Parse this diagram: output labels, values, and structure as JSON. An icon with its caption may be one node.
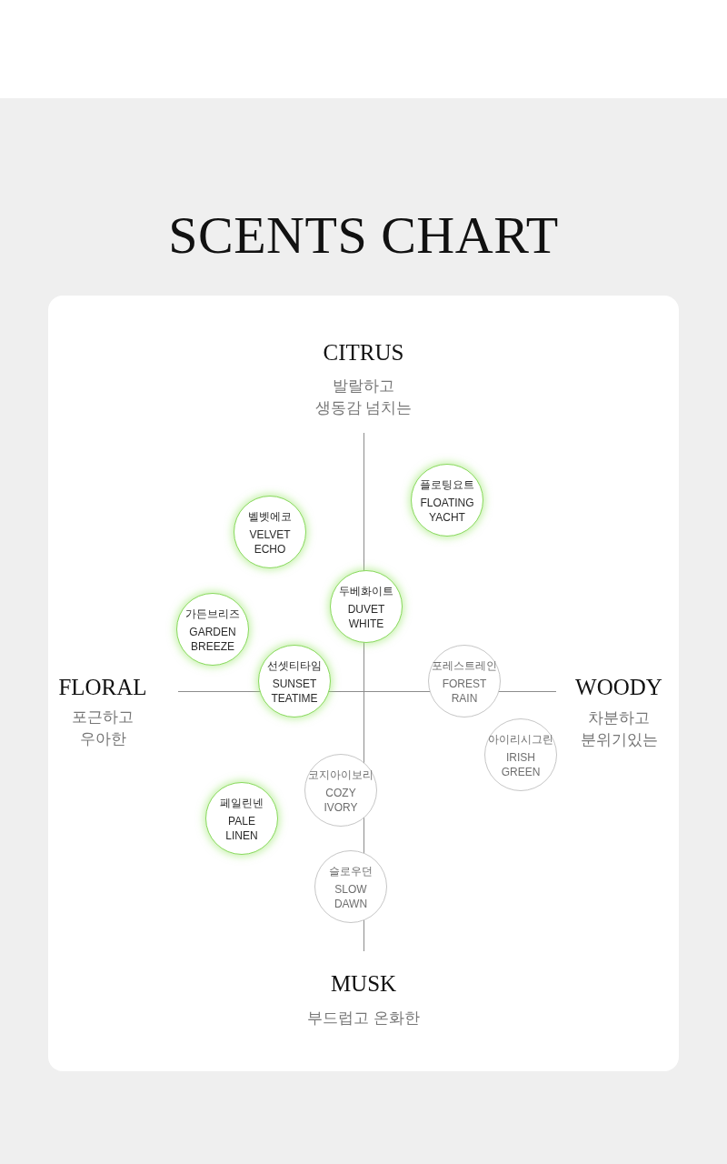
{
  "diagram": {
    "title": "SCENTS CHART",
    "nodes": [
      {
        "text": [
          "플로팅요트",
          "FLOATING YACHT"
        ]
      },
      {
        "text": [
          "벨벳에코",
          "VELVET ECHO"
        ]
      },
      {
        "text": [
          "두베화이트",
          "DUVET WHITE"
        ]
      },
      {
        "text": [
          "가든브리즈",
          "GARDEN BREEZE"
        ]
      },
      {
        "text": [
          "선셋티타임",
          "SUNSET TEATIME"
        ]
      },
      {
        "text": [
          "포레스트레인",
          "FOREST RAIN"
        ]
      },
      {
        "text": [
          "아이리시그린",
          "IRISH GREEN"
        ]
      },
      {
        "text": [
          "코지아이보리",
          "COZY IVORY"
        ]
      },
      {
        "text": [
          "페일린넨",
          "PALE LINEN"
        ]
      },
      {
        "text": [
          "슬로우던",
          "SLOW DAWN"
        ]
      }
    ],
    "labels": [
      "CITRUS",
      "발랄하고 생동감 넘치는",
      "FLORAL",
      "포근하고 우아한",
      "WOODY",
      "차분하고 분위기있는",
      "MUSK",
      "부드럽고 온화한"
    ]
  }
}
